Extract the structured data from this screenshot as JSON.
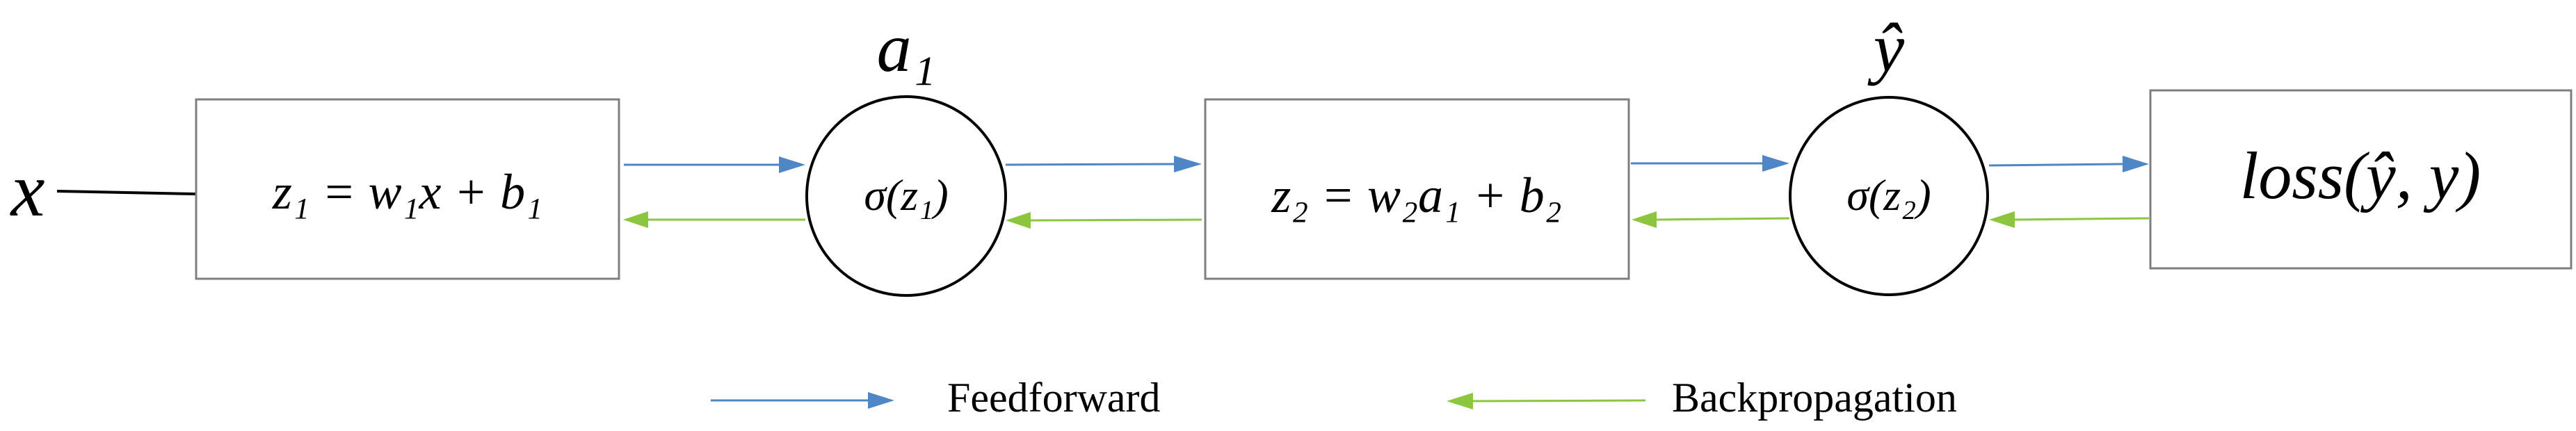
{
  "input": {
    "label": "x"
  },
  "nodes": {
    "box1": {
      "text": "z₁ = w₁x + b₁"
    },
    "circle1": {
      "text": "σ(z₁)",
      "label": "a₁"
    },
    "box2": {
      "text": "z₂ = w₂a₁ + b₂"
    },
    "circle2": {
      "text": "σ(z₂)",
      "label": "ŷ"
    },
    "loss": {
      "text": "loss(ŷ, y)"
    }
  },
  "legend": {
    "feedforward": "Feedforward",
    "backpropagation": "Backpropagation"
  },
  "colors": {
    "feedforward": "#4f86c6",
    "backpropagation": "#8cc63f",
    "input_arrow": "#000000",
    "box_stroke": "#7f7f7f"
  }
}
